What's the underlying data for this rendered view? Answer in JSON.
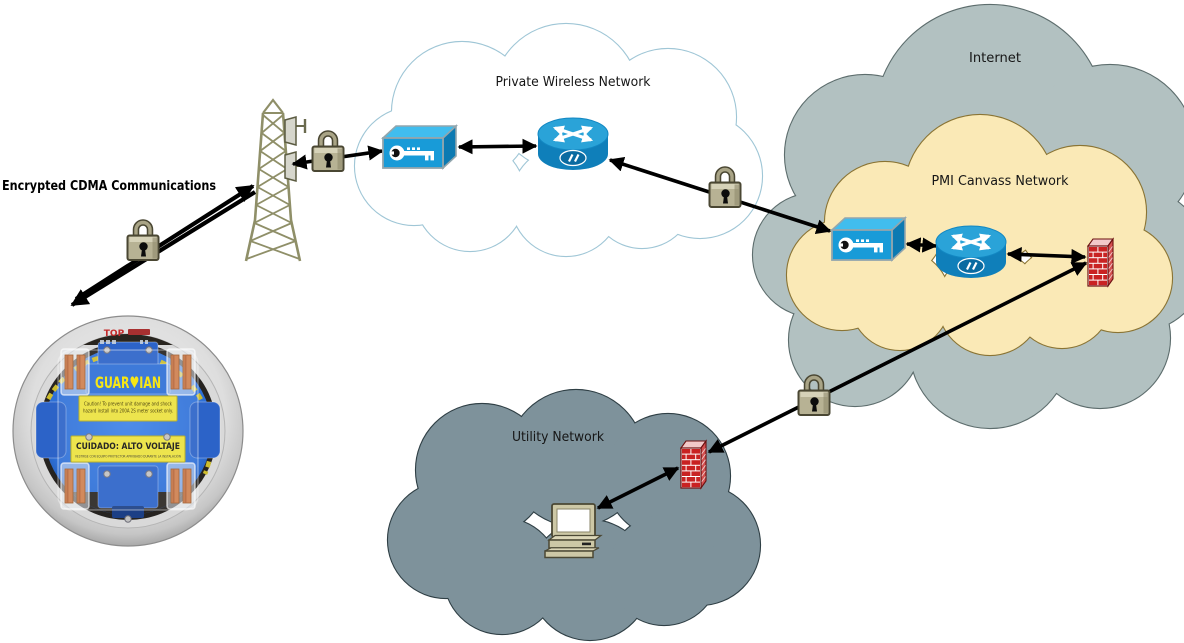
{
  "annotation": {
    "encrypted_cdma": "Encrypted CDMA Communications"
  },
  "clouds": {
    "private_wireless": {
      "label": "Private Wireless Network",
      "fill": "#ffffff",
      "stroke": "#9fc6d6"
    },
    "internet": {
      "label": "Internet",
      "fill": "#b2c1c1",
      "stroke": "#5d6d6d"
    },
    "pmi_canvass": {
      "label": "PMI Canvass Network",
      "fill": "#fae9b6",
      "stroke": "#8a7434"
    },
    "utility": {
      "label": "Utility Network",
      "fill": "#7e929b",
      "stroke": "#2f3f45"
    }
  },
  "meter": {
    "top_label": "TOP",
    "brand": "GUAR♥IAN",
    "caution_line1": "Caution! To prevent unit damage and shock",
    "caution_line2": "hazard install into 200A 2S meter socket only.",
    "cuidado_title": "CUIDADO: ALTO VOLTAJE",
    "cuidado_sub": "VESTIRSE CON EQUIPO PROTECTOR APROBADO DURANTE LA INSTALACIÓN"
  },
  "icons": {
    "padlock": "encrypted-link",
    "radio_tower": "cdma-base-station",
    "encryption_device": "encryption-appliance",
    "router": "network-router",
    "firewall": "firewall",
    "workstation": "utility-workstation",
    "smart_meter": "guardian-smart-meter"
  },
  "colors": {
    "link": "#000000",
    "padlock_body": "#b7b294",
    "device_blue": "#189bd8",
    "router_blue": "#1b8ec6",
    "firewall_red": "#c92222",
    "tower_olive": "#8f8f68",
    "meter_panel_blue": "#2e6fd6",
    "label_yellow": "#ece23e"
  }
}
